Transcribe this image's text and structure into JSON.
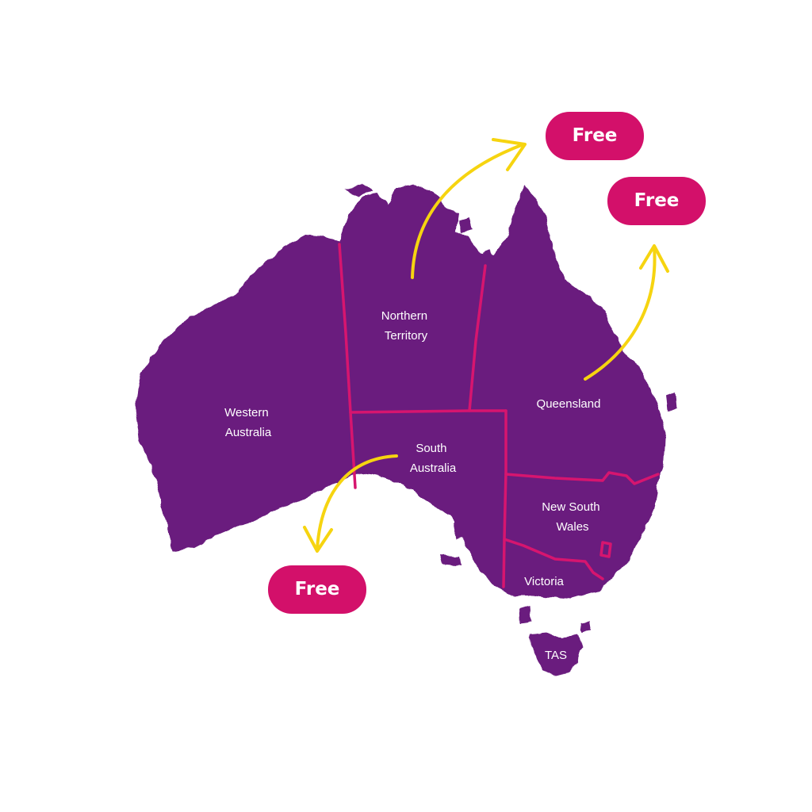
{
  "colors": {
    "land": "#6a1e7e",
    "border": "#d6156f",
    "badge": "#d3106a",
    "arrow": "#f6d410",
    "label_text": "#ffffff",
    "background": "#ffffff"
  },
  "states": {
    "western_australia": {
      "line1": "Western",
      "line2": "Australia"
    },
    "northern_territory": {
      "line1": "Northern",
      "line2": "Territory"
    },
    "south_australia": {
      "line1": "South",
      "line2": "Australia"
    },
    "queensland": {
      "line1": "Queensland"
    },
    "new_south_wales": {
      "line1": "New South",
      "line2": "Wales"
    },
    "victoria": {
      "line1": "Victoria"
    },
    "tasmania": {
      "line1": "TAS"
    }
  },
  "badges": [
    {
      "label": "Free",
      "target": "northern_territory"
    },
    {
      "label": "Free",
      "target": "queensland"
    },
    {
      "label": "Free",
      "target": "south_australia"
    }
  ],
  "arrow_icon": "curved-arrow-icon"
}
